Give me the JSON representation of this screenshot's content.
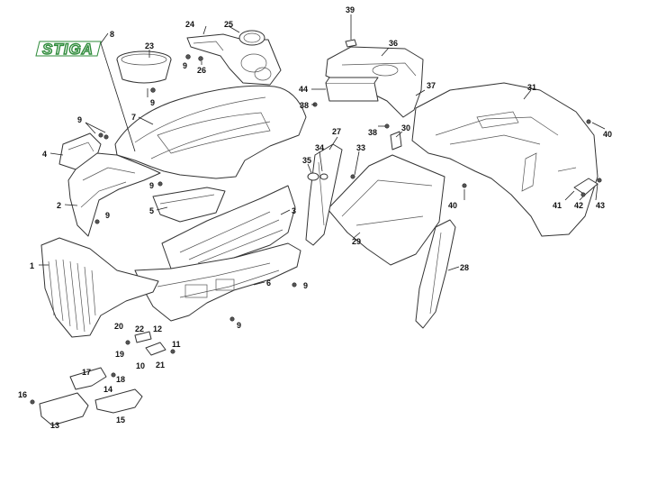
{
  "brand": {
    "logo_text": "STIGA",
    "logo_color": "#2e8b3a"
  },
  "colors": {
    "line": "#333333",
    "part_fill": "#ffffff",
    "callout_text": "#111111"
  },
  "callouts": [
    {
      "id": "c1",
      "label": "1"
    },
    {
      "id": "c2",
      "label": "2"
    },
    {
      "id": "c3",
      "label": "3"
    },
    {
      "id": "c4",
      "label": "4"
    },
    {
      "id": "c5",
      "label": "5"
    },
    {
      "id": "c6",
      "label": "6"
    },
    {
      "id": "c7",
      "label": "7"
    },
    {
      "id": "c8",
      "label": "8"
    },
    {
      "id": "c9a",
      "label": "9"
    },
    {
      "id": "c9b",
      "label": "9"
    },
    {
      "id": "c9c",
      "label": "9"
    },
    {
      "id": "c9d",
      "label": "9"
    },
    {
      "id": "c9e",
      "label": "9"
    },
    {
      "id": "c9f",
      "label": "9"
    },
    {
      "id": "c9g",
      "label": "9"
    },
    {
      "id": "c10",
      "label": "10"
    },
    {
      "id": "c11",
      "label": "11"
    },
    {
      "id": "c12",
      "label": "12"
    },
    {
      "id": "c13",
      "label": "13"
    },
    {
      "id": "c14",
      "label": "14"
    },
    {
      "id": "c15",
      "label": "15"
    },
    {
      "id": "c16",
      "label": "16"
    },
    {
      "id": "c17",
      "label": "17"
    },
    {
      "id": "c18",
      "label": "18"
    },
    {
      "id": "c19",
      "label": "19"
    },
    {
      "id": "c20",
      "label": "20"
    },
    {
      "id": "c21",
      "label": "21"
    },
    {
      "id": "c22",
      "label": "22"
    },
    {
      "id": "c23",
      "label": "23"
    },
    {
      "id": "c24",
      "label": "24"
    },
    {
      "id": "c25",
      "label": "25"
    },
    {
      "id": "c26",
      "label": "26"
    },
    {
      "id": "c27",
      "label": "27"
    },
    {
      "id": "c28",
      "label": "28"
    },
    {
      "id": "c29",
      "label": "29"
    },
    {
      "id": "c30",
      "label": "30"
    },
    {
      "id": "c31",
      "label": "31"
    },
    {
      "id": "c33",
      "label": "33"
    },
    {
      "id": "c34",
      "label": "34"
    },
    {
      "id": "c35",
      "label": "35"
    },
    {
      "id": "c36",
      "label": "36"
    },
    {
      "id": "c37",
      "label": "37"
    },
    {
      "id": "c38a",
      "label": "38"
    },
    {
      "id": "c38b",
      "label": "38"
    },
    {
      "id": "c39",
      "label": "39"
    },
    {
      "id": "c40a",
      "label": "40"
    },
    {
      "id": "c40b",
      "label": "40"
    },
    {
      "id": "c41",
      "label": "41"
    },
    {
      "id": "c42",
      "label": "42"
    },
    {
      "id": "c43",
      "label": "43"
    },
    {
      "id": "c44",
      "label": "44"
    }
  ]
}
